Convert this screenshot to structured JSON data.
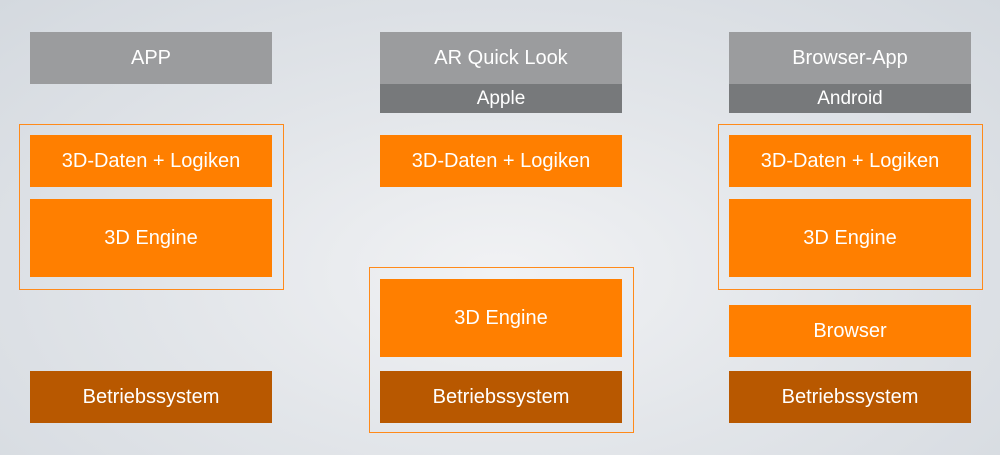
{
  "columns": [
    {
      "header": "APP",
      "blocks": [
        "3D-Daten + Logiken",
        "3D Engine",
        "Betriebssystem"
      ]
    },
    {
      "header": "AR Quick Look",
      "subheader": "Apple",
      "blocks": [
        "3D-Daten + Logiken",
        "3D Engine",
        "Betriebssystem"
      ]
    },
    {
      "header": "Browser-App",
      "subheader": "Android",
      "blocks": [
        "3D-Daten + Logiken",
        "3D Engine",
        "Browser",
        "Betriebssystem"
      ]
    }
  ],
  "colors": {
    "orange": "#ff7f00",
    "dark_orange": "#b85800",
    "gray": "#9b9c9e",
    "dark_gray": "#77797b"
  }
}
